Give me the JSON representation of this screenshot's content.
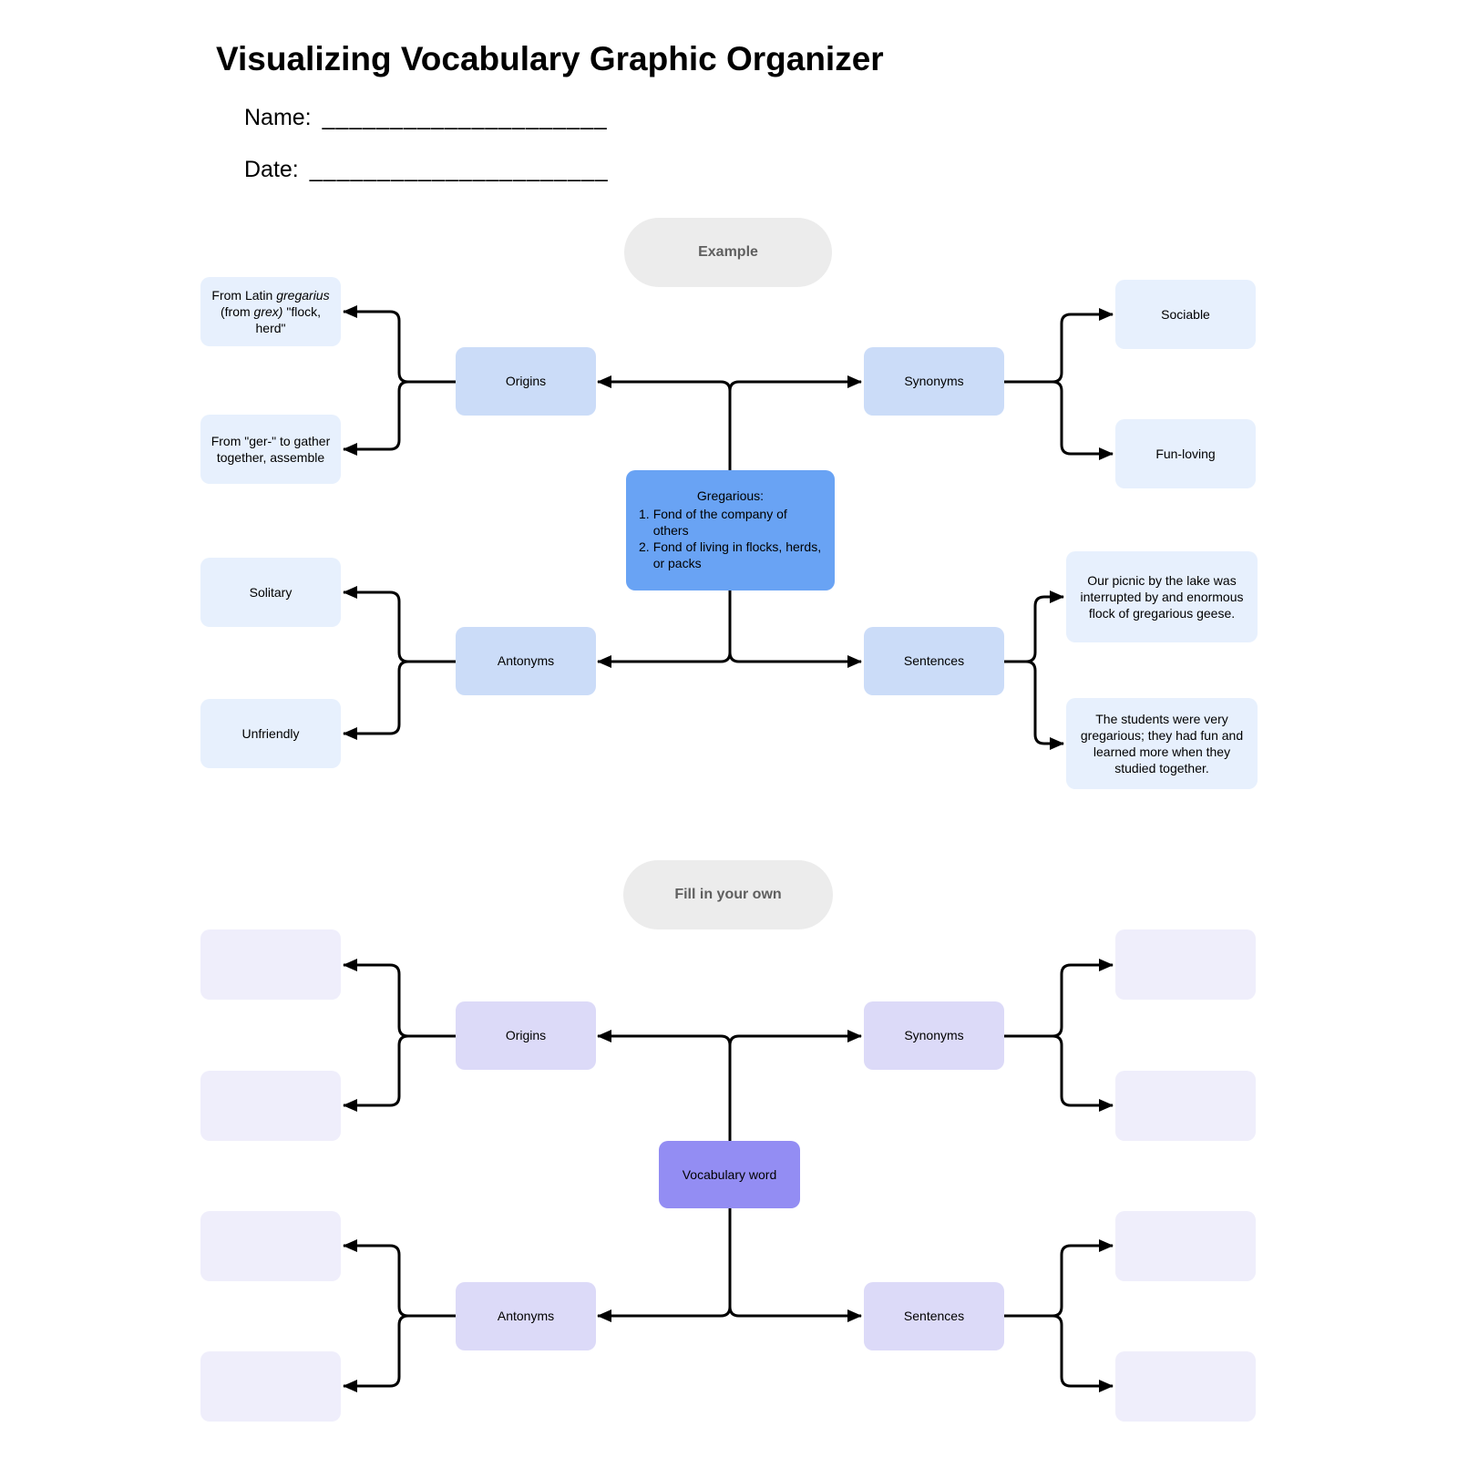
{
  "title": "Visualizing Vocabulary Graphic Organizer",
  "form": {
    "name_label": "Name:",
    "name_line": "_____________________",
    "date_label": "Date:",
    "date_line": "______________________"
  },
  "example": {
    "section_label": "Example",
    "center": {
      "title": "Gregarious:",
      "definitions": [
        {
          "num": "1.",
          "text": "Fond of the company of others"
        },
        {
          "num": "2.",
          "text": "Fond of living in flocks, herds, or packs"
        }
      ]
    },
    "categories": {
      "origins": "Origins",
      "synonyms": "Synonyms",
      "antonyms": "Antonyms",
      "sentences": "Sentences"
    },
    "origins_items": {
      "first_segments": [
        {
          "text": "From Latin "
        },
        {
          "text": "gregarius",
          "italic": true
        },
        {
          "text": " (from "
        },
        {
          "text": "grex)",
          "italic": true
        },
        {
          "text": " \"flock, herd\""
        }
      ],
      "second": "From \"ger-\" to gather together, assemble"
    },
    "synonyms_items": [
      "Sociable",
      "Fun-loving"
    ],
    "antonyms_items": [
      "Solitary",
      "Unfriendly"
    ],
    "sentences_items": [
      "Our picnic by the lake was interrupted by and enormous flock of gregarious geese.",
      "The students were very gregarious; they had fun and learned more when they studied together."
    ]
  },
  "fill_in": {
    "section_label": "Fill in your own",
    "center_label": "Vocabulary word",
    "categories": {
      "origins": "Origins",
      "synonyms": "Synonyms",
      "antonyms": "Antonyms",
      "sentences": "Sentences"
    }
  },
  "colors": {
    "example_center": "#69a3f4",
    "example_category": "#cbdcf8",
    "example_leaf": "#e7f0fd",
    "fill_center": "#938df3",
    "fill_category": "#dcdaf8",
    "fill_leaf": "#efeefb",
    "section_pill_bg": "#ececec",
    "section_pill_text": "#5f5f5f",
    "connector": "#000000"
  }
}
